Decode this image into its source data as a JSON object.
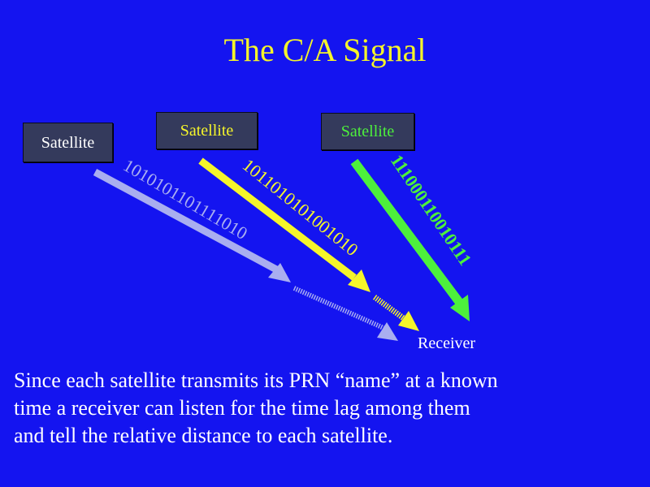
{
  "title": "The C/A Signal",
  "satellites": [
    {
      "label": "Satellite",
      "color": "#ffffff"
    },
    {
      "label": "Satellite",
      "color": "#f5f52a"
    },
    {
      "label": "Satellite",
      "color": "#4df03c"
    }
  ],
  "codes": [
    {
      "bits": "1010101101111010",
      "color": "#a9aef0"
    },
    {
      "bits": "1011010101001010",
      "color": "#f5f52a"
    },
    {
      "bits": "111000110010111",
      "color": "#4df03c"
    }
  ],
  "receiver": "Receiver",
  "caption_lines": [
    "Since each satellite transmits its PRN “name” at a known",
    "time a receiver can listen for the time lag among them",
    "and tell the relative distance to each satellite."
  ]
}
